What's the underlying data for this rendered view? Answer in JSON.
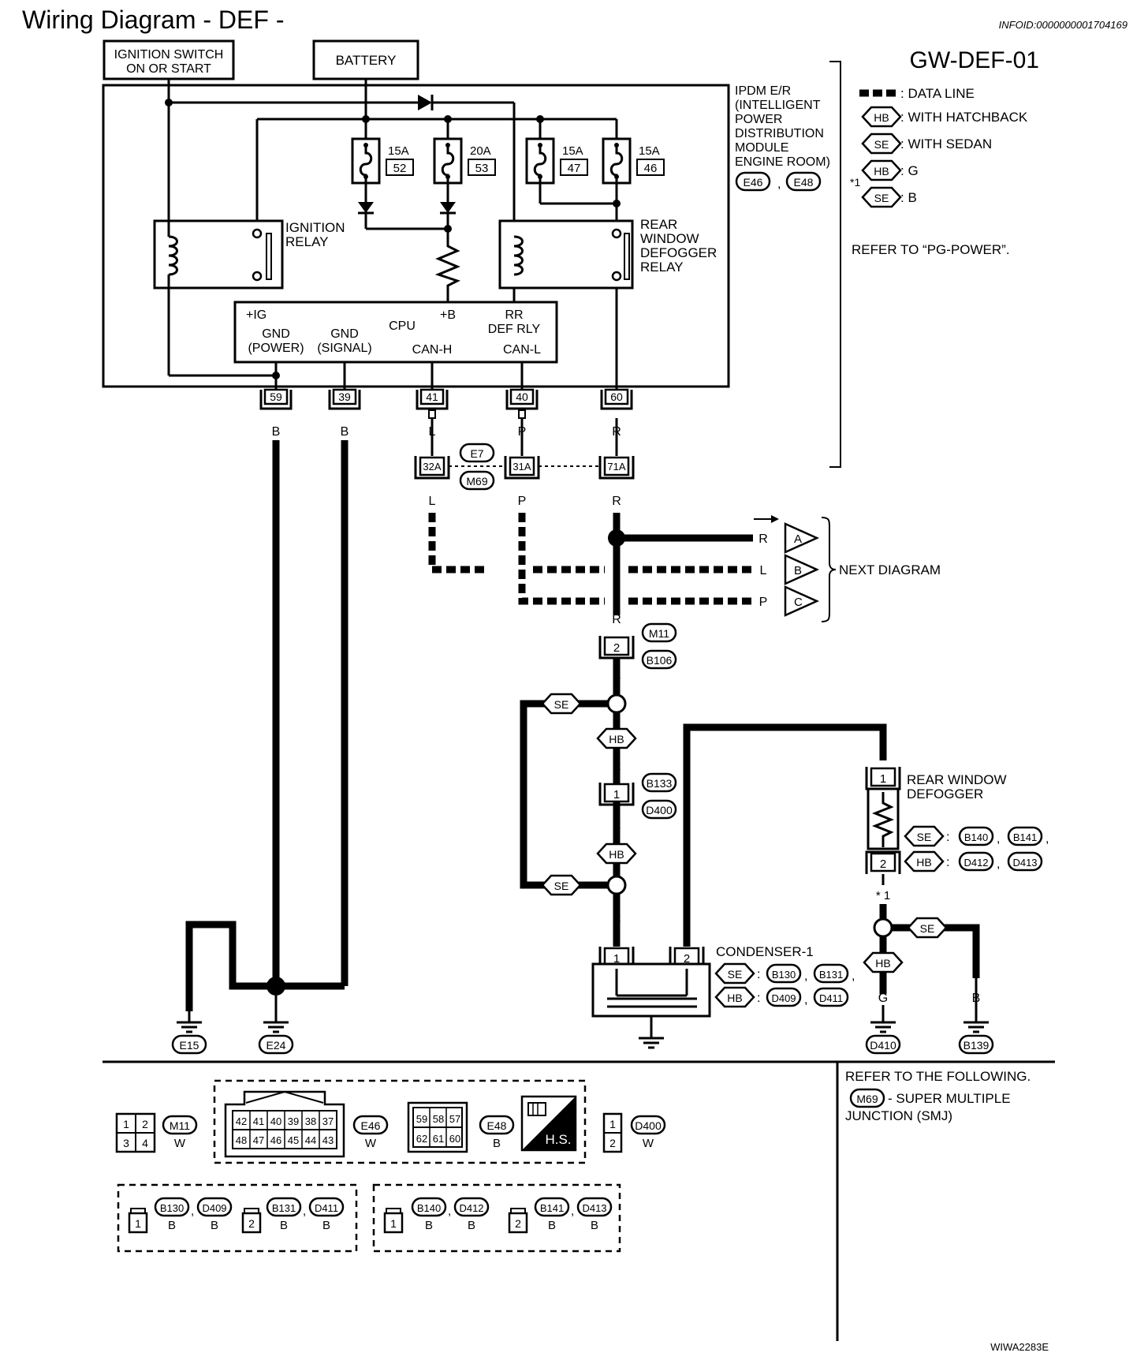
{
  "title": "Wiring Diagram - DEF -",
  "info_id": "INFOID:0000000001704169",
  "diagram_code": "GW-DEF-01",
  "image_id": "WIWA2283E",
  "sources": {
    "ignition_switch": "IGNITION SWITCH ON OR START",
    "battery": "BATTERY"
  },
  "ipdm": {
    "lines": [
      "IPDM E/R",
      "(INTELLIGENT",
      "POWER",
      "DISTRIBUTION",
      "MODULE",
      "ENGINE ROOM)"
    ],
    "connectors": [
      "E46",
      "E48"
    ]
  },
  "fuses": [
    {
      "amp": "15A",
      "num": "52"
    },
    {
      "amp": "20A",
      "num": "53"
    },
    {
      "amp": "15A",
      "num": "47"
    },
    {
      "amp": "15A",
      "num": "46"
    }
  ],
  "relays": {
    "ignition": [
      "IGNITION",
      "RELAY"
    ],
    "defogger": [
      "REAR",
      "WINDOW",
      "DEFOGGER",
      "RELAY"
    ]
  },
  "cpu": {
    "label": "CPU",
    "ig": "+IG",
    "gnd_power": [
      "GND",
      "(POWER)"
    ],
    "gnd_signal": [
      "GND",
      "(SIGNAL)"
    ],
    "plus_b": "+B",
    "can_h": "CAN-H",
    "rr_def": [
      "RR",
      "DEF RLY"
    ],
    "can_l": "CAN-L"
  },
  "pins": [
    "59",
    "39",
    "41",
    "40",
    "60"
  ],
  "wire_colors": {
    "b": "B",
    "l": "L",
    "p": "P",
    "r": "R",
    "g": "G"
  },
  "junction": {
    "pins": [
      "32A",
      "31A",
      "71A"
    ],
    "connectors": [
      "E7",
      "M69"
    ]
  },
  "next_diagram": {
    "label": "NEXT DIAGRAM",
    "letters": [
      "A",
      "B",
      "C"
    ]
  },
  "legend": {
    "data_line": ": DATA LINE",
    "hb": "HB",
    "se": "SE",
    "with_hatchback": ": WITH HATCHBACK",
    "with_sedan": ": WITH SEDAN",
    "note_mark": "*1",
    "note_g": ": G",
    "note_b": ": B",
    "refer": "REFER TO “PG-POWER”."
  },
  "inline_connectors": {
    "m11": [
      "M11",
      "B106"
    ],
    "pin2": "2",
    "b133": [
      "B133",
      "D400"
    ],
    "pin1": "1"
  },
  "defogger": {
    "label": [
      "REAR WINDOW",
      "DEFOGGER"
    ],
    "pins": [
      "1",
      "2"
    ],
    "se_conn": [
      "B140",
      "B141"
    ],
    "hb_conn": [
      "D412",
      "D413"
    ]
  },
  "condenser": {
    "label": "CONDENSER-1",
    "pins": [
      "1",
      "2"
    ],
    "se_conn": [
      "B130",
      "B131"
    ],
    "hb_conn": [
      "D409",
      "D411"
    ]
  },
  "note_star": "* 1",
  "grounds": [
    "E15",
    "E24",
    "D410",
    "B139"
  ],
  "bottom": {
    "refer": [
      "REFER TO THE FOLLOWING.",
      "- SUPER MULTIPLE",
      "JUNCTION (SMJ)"
    ],
    "refer_conn": "M69",
    "m11": {
      "id": "M11",
      "color": "W",
      "cells": [
        "1",
        "2",
        "3",
        "4"
      ]
    },
    "e46": {
      "id": "E46",
      "color": "W",
      "top": [
        "42",
        "41",
        "40",
        "39",
        "38",
        "37"
      ],
      "bottom": [
        "48",
        "47",
        "46",
        "45",
        "44",
        "43"
      ]
    },
    "e48": {
      "id": "E48",
      "color": "B",
      "top": [
        "59",
        "58",
        "57"
      ],
      "bottom": [
        "62",
        "61",
        "60"
      ]
    },
    "hs": "H.S.",
    "d400": {
      "id": "D400",
      "color": "W",
      "cells": [
        "1",
        "2"
      ]
    },
    "group1": {
      "a": {
        "pin": "1",
        "ids": [
          "B130",
          "D409"
        ],
        "colors": [
          "B",
          "B"
        ]
      },
      "b": {
        "pin": "2",
        "ids": [
          "B131",
          "D411"
        ],
        "colors": [
          "B",
          "B"
        ]
      }
    },
    "group2": {
      "a": {
        "pin": "1",
        "ids": [
          "B140",
          "D412"
        ],
        "colors": [
          "B",
          "B"
        ]
      },
      "b": {
        "pin": "2",
        "ids": [
          "B141",
          "D413"
        ],
        "colors": [
          "B",
          "B"
        ]
      }
    }
  }
}
